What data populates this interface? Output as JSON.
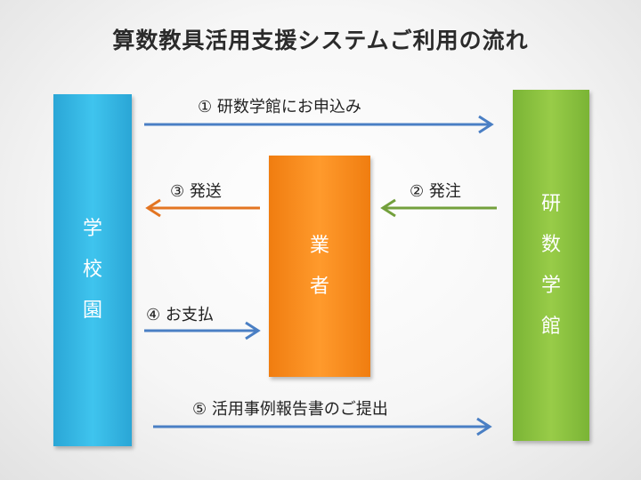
{
  "title": "算数教具活用支援システムご利用の流れ",
  "nodes": {
    "school": [
      "学",
      "校",
      "園"
    ],
    "vendor": [
      "業",
      "者"
    ],
    "museum": [
      "研",
      "数",
      "学",
      "館"
    ]
  },
  "steps": [
    {
      "label": "① 研数学館にお申込み",
      "color": "#4a7fc4"
    },
    {
      "label": "② 発注",
      "color": "#73a03c"
    },
    {
      "label": "③ 発送",
      "color": "#e37522"
    },
    {
      "label": "④ お支払",
      "color": "#4a7fc4"
    },
    {
      "label": "⑤ 活用事例報告書のご提出",
      "color": "#4a7fc4"
    }
  ]
}
